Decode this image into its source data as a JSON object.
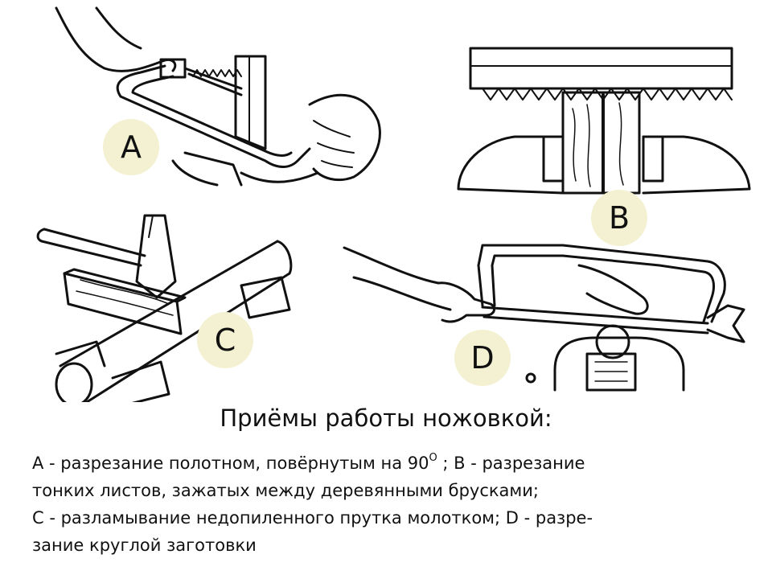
{
  "labels": {
    "a": "A",
    "b": "B",
    "c": "C",
    "d": "D"
  },
  "caption": {
    "title": "Приёмы работы ножовкой:",
    "line1_part1": "A - разрезание полотном, повёрнутым на 90",
    "line1_degree": "O",
    "line1_part2": " ; B - разрезание",
    "line2": "тонких листов, зажатых между деревянными брусками;",
    "line3": "C - разламывание недопиленного прутка молотком; D - разре-",
    "line4": "зание круглой заготовки"
  }
}
